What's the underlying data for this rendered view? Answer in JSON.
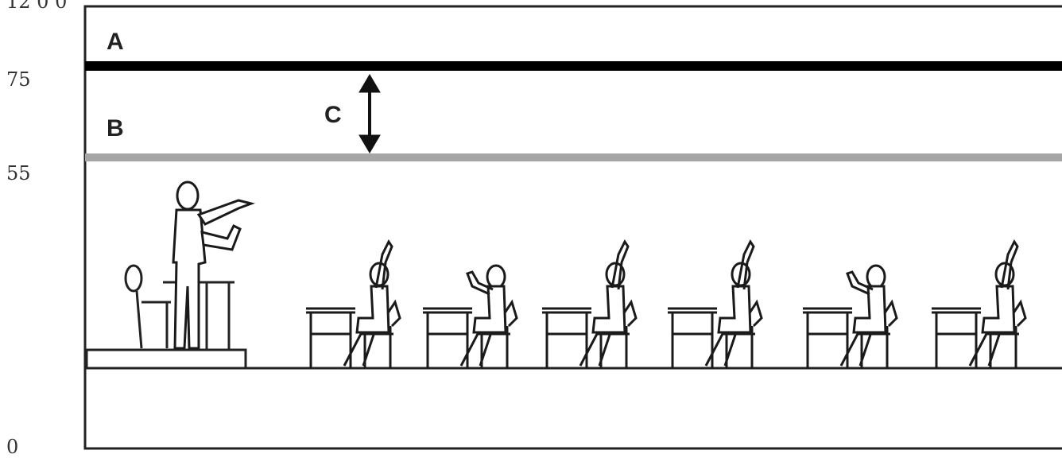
{
  "axis": {
    "ticks": [
      {
        "label": "75",
        "value": 75
      },
      {
        "label": "55",
        "value": 55
      },
      {
        "label": "0",
        "value": 0
      }
    ],
    "top_tick_partial": "12 0 0"
  },
  "zones": {
    "a_label": "A",
    "b_label": "B",
    "c_label": "C"
  },
  "colors": {
    "line_a": "#000000",
    "line_b": "#a6a6a6",
    "frame": "#222222",
    "figure": "#1a1a1a"
  },
  "scene": {
    "teacher_count": 1,
    "student_count": 6
  }
}
